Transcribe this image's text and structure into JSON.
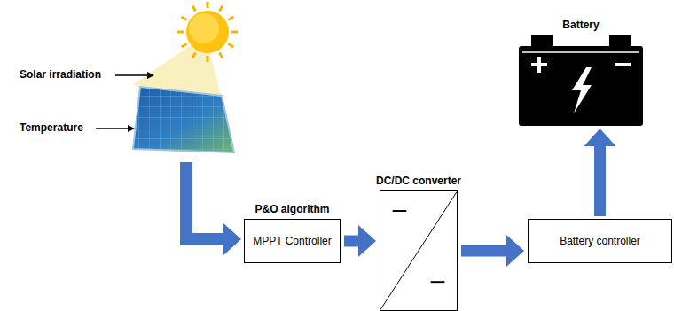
{
  "diagram": {
    "nodes": [
      {
        "text": [
          "P&O algorithm",
          "MPPT Controller"
        ]
      },
      {
        "text": [
          "DC/DC converter"
        ]
      },
      {
        "text": [
          "Battery controller"
        ]
      },
      {
        "text": [
          "Battery"
        ]
      }
    ],
    "edges": [
      {
        "from": 0,
        "to": 1,
        "arrow": "to"
      },
      {
        "from": 1,
        "to": 2,
        "arrow": "to"
      },
      {
        "from": 2,
        "to": 3,
        "arrow": "to"
      }
    ],
    "labels": [
      "Solar irradiation",
      "Temperature"
    ]
  }
}
